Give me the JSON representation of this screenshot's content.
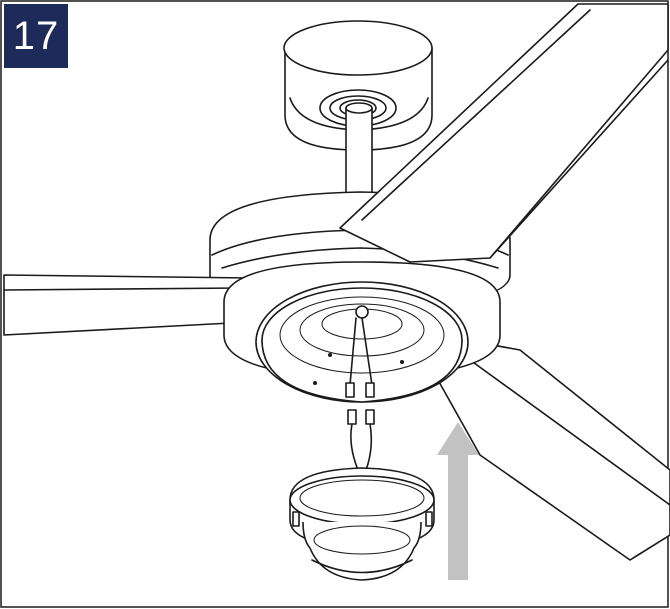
{
  "step": {
    "number": "17"
  },
  "colors": {
    "badge": "#1d2a5a",
    "arrow": "#c2c2c2",
    "line": "#1a1a1a"
  },
  "illustration": {
    "icons": [
      "ceiling-canopy",
      "downrod",
      "fan-motor-housing",
      "fan-blade",
      "light-kit",
      "wire-connector",
      "up-arrow"
    ]
  }
}
